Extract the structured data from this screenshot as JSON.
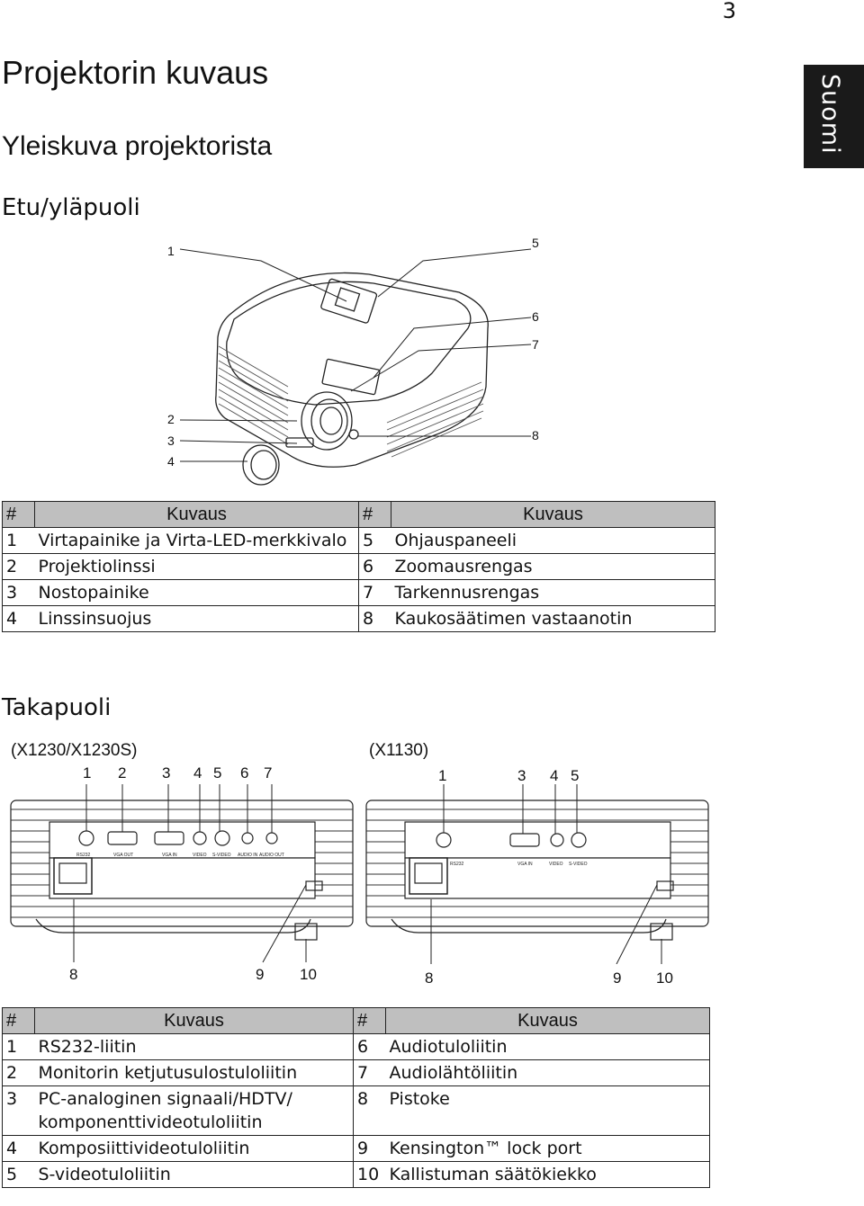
{
  "page": {
    "number": "3",
    "language_tab": "Suomi"
  },
  "headings": {
    "title": "Projektorin kuvaus",
    "subtitle": "Yleiskuva projektorista",
    "front": "Etu/yläpuoli",
    "back": "Takapuoli"
  },
  "front_figure": {
    "callouts": [
      "1",
      "5",
      "6",
      "7",
      "2",
      "3",
      "4",
      "8"
    ]
  },
  "front_table": {
    "headers": [
      "#",
      "Kuvaus",
      "#",
      "Kuvaus"
    ],
    "rows": [
      {
        "n1": "1",
        "d1": "Virtapainike ja Virta-LED-merkkivalo",
        "n2": "5",
        "d2": "Ohjauspaneeli"
      },
      {
        "n1": "2",
        "d1": "Projektiolinssi",
        "n2": "6",
        "d2": "Zoomausrengas"
      },
      {
        "n1": "3",
        "d1": "Nostopainike",
        "n2": "7",
        "d2": "Tarkennusrengas"
      },
      {
        "n1": "4",
        "d1": "Linssinsuojus",
        "n2": "8",
        "d2": "Kaukosäätimen vastaanotin"
      }
    ]
  },
  "rear_figures": {
    "left": {
      "model": "(X1230/X1230S)",
      "top_numbers": [
        "1",
        "2",
        "3",
        "4",
        "5",
        "6",
        "7"
      ],
      "bottom_numbers": [
        "8",
        "9",
        "10"
      ],
      "port_labels": [
        "RS232",
        "VGA OUT",
        "VGA IN",
        "VIDEO",
        "S-VIDEO",
        "AUDIO IN",
        "AUDIO OUT"
      ]
    },
    "right": {
      "model": "(X1130)",
      "top_numbers": [
        "1",
        "3",
        "4",
        "5"
      ],
      "bottom_numbers": [
        "8",
        "9",
        "10"
      ],
      "port_labels": [
        "RS232",
        "VGA IN",
        "VIDEO",
        "S-VIDEO"
      ]
    }
  },
  "rear_table": {
    "headers": [
      "#",
      "Kuvaus",
      "#",
      "Kuvaus"
    ],
    "rows": [
      {
        "n1": "1",
        "d1": "RS232-liitin",
        "n2": "6",
        "d2": "Audiotuloliitin"
      },
      {
        "n1": "2",
        "d1": "Monitorin ketjutusulostuloliitin",
        "n2": "7",
        "d2": "Audiolähtöliitin"
      },
      {
        "n1": "3",
        "d1": "PC-analoginen signaali/HDTV/ komponenttivideotuloliitin",
        "n2": "8",
        "d2": "Pistoke"
      },
      {
        "n1": "4",
        "d1": "Komposiittivideotuloliitin",
        "n2": "9",
        "d2": "Kensington™ lock port"
      },
      {
        "n1": "5",
        "d1": "S-videotuloliitin",
        "n2": "10",
        "d2": "Kallistuman säätökiekko"
      }
    ]
  }
}
